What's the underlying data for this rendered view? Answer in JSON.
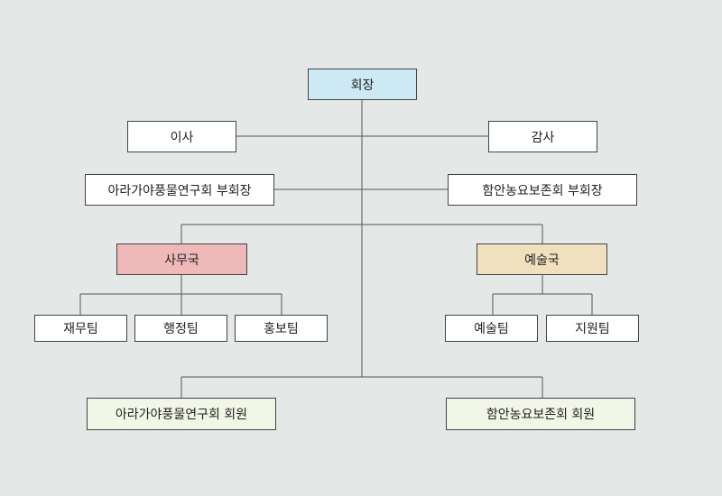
{
  "colors": {
    "background": "#e4e9e8",
    "president_fill": "#cce9f4",
    "office_fill": "#efb8b9",
    "arts_fill": "#f0e0bd",
    "member_fill": "#f2f6e6",
    "default_fill": "#ffffff",
    "line": "#555555"
  },
  "org": {
    "president": "회장",
    "director": "이사",
    "auditor": "감사",
    "vice_president_1": "아라가야풍물연구회 부회장",
    "vice_president_2": "함안농요보존회 부회장",
    "office": {
      "label": "사무국",
      "teams": [
        "재무팀",
        "행정팀",
        "홍보팀"
      ]
    },
    "arts": {
      "label": "예술국",
      "teams": [
        "예술팀",
        "지원팀"
      ]
    },
    "members_1": "아라가야풍물연구회 회원",
    "members_2": "함안농요보존회 회원"
  }
}
